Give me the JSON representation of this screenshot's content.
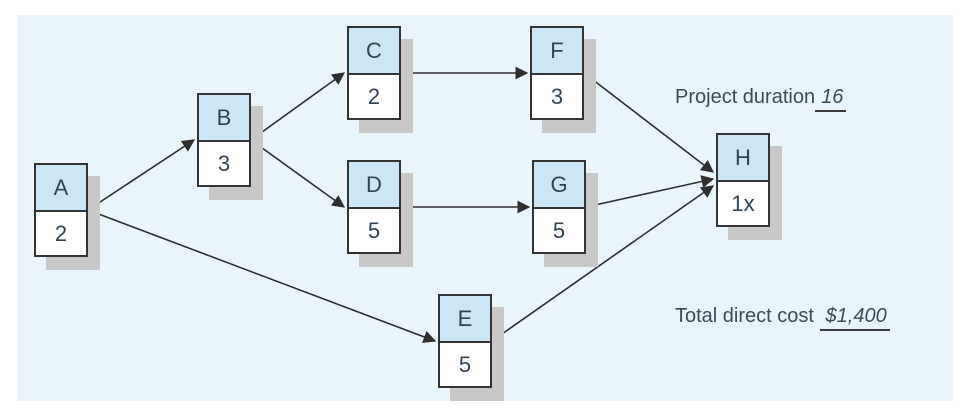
{
  "diagram": {
    "type": "project-network-aon",
    "nodes": [
      {
        "id": "A",
        "label": "A",
        "value": "2"
      },
      {
        "id": "B",
        "label": "B",
        "value": "3"
      },
      {
        "id": "C",
        "label": "C",
        "value": "2"
      },
      {
        "id": "D",
        "label": "D",
        "value": "5"
      },
      {
        "id": "E",
        "label": "E",
        "value": "5"
      },
      {
        "id": "F",
        "label": "F",
        "value": "3"
      },
      {
        "id": "G",
        "label": "G",
        "value": "5"
      },
      {
        "id": "H",
        "label": "H",
        "value": "1x"
      }
    ],
    "edges": [
      {
        "from": "A",
        "to": "B"
      },
      {
        "from": "B",
        "to": "C"
      },
      {
        "from": "B",
        "to": "D"
      },
      {
        "from": "C",
        "to": "F"
      },
      {
        "from": "D",
        "to": "G"
      },
      {
        "from": "A",
        "to": "E"
      },
      {
        "from": "F",
        "to": "H"
      },
      {
        "from": "G",
        "to": "H"
      },
      {
        "from": "E",
        "to": "H"
      }
    ],
    "colors": {
      "panel_background": "#e9f4fb",
      "node_top_fill": "#cbe7f7",
      "node_bottom_fill": "#ffffff",
      "node_border": "#343434",
      "shadow": "#c8c8c8",
      "arrow": "#2f2f2f",
      "text": "#314457",
      "annotation_text": "#3e4a57"
    }
  },
  "annotations": {
    "project_duration": {
      "label": "Project duration",
      "value": "16"
    },
    "total_direct_cost": {
      "label": "Total direct cost",
      "value": "$1,400"
    }
  }
}
